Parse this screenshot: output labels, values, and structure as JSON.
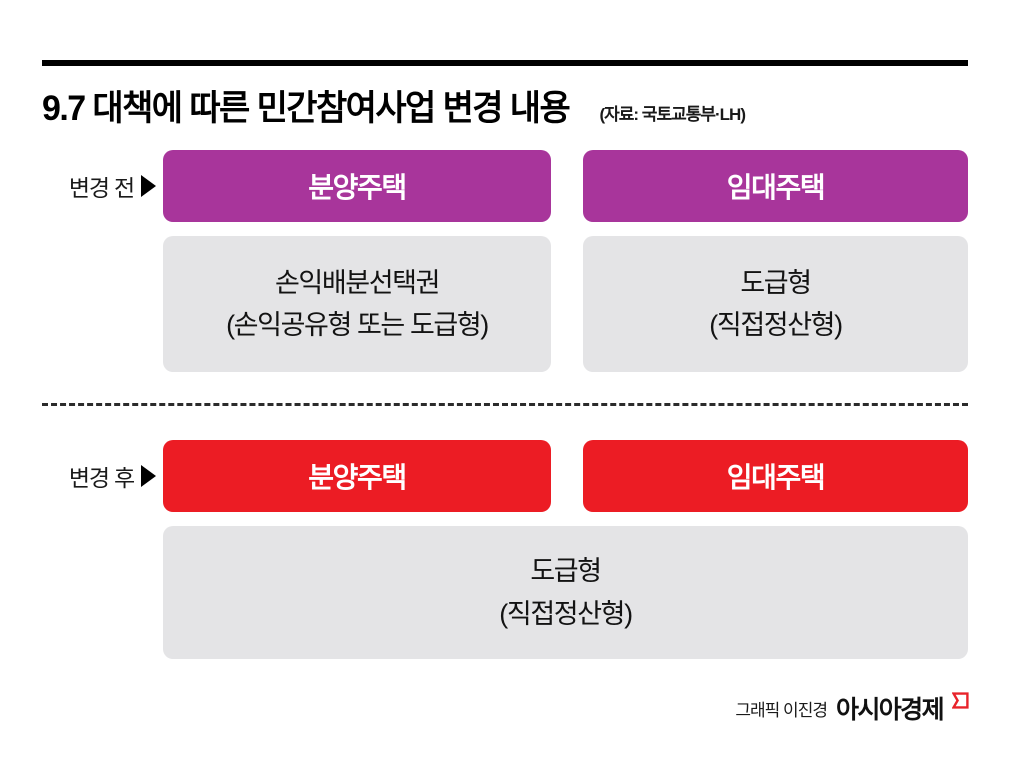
{
  "header": {
    "title": "9.7 대책에 따른 민간참여사업 변경 내용",
    "source": "(자료: 국토교통부·LH)"
  },
  "sections": [
    {
      "label": "변경 전",
      "marker": "play-triangle-icon",
      "accent_color": "#a8359b",
      "merged": false,
      "columns": [
        {
          "heading": "분양주택",
          "body_lines": [
            "손익배분선택권",
            "(손익공유형 또는 도급형)"
          ]
        },
        {
          "heading": "임대주택",
          "body_lines": [
            "도급형",
            "(직접정산형)"
          ]
        }
      ]
    },
    {
      "label": "변경 후",
      "marker": "play-triangle-icon",
      "accent_color": "#ec1c24",
      "merged": true,
      "columns": [
        {
          "heading": "분양주택",
          "body_lines": []
        },
        {
          "heading": "임대주택",
          "body_lines": []
        }
      ],
      "merged_body_lines": [
        "도급형",
        "(직접정산형)"
      ]
    }
  ],
  "footer": {
    "credit": "그래픽 이진경",
    "brand": "아시아경제",
    "brand_mark_color": "#e8232a"
  },
  "palette": {
    "purple": "#a8359b",
    "red": "#ec1c24",
    "panel_gray": "#e4e4e6",
    "rule_black": "#000000",
    "background": "#ffffff"
  }
}
